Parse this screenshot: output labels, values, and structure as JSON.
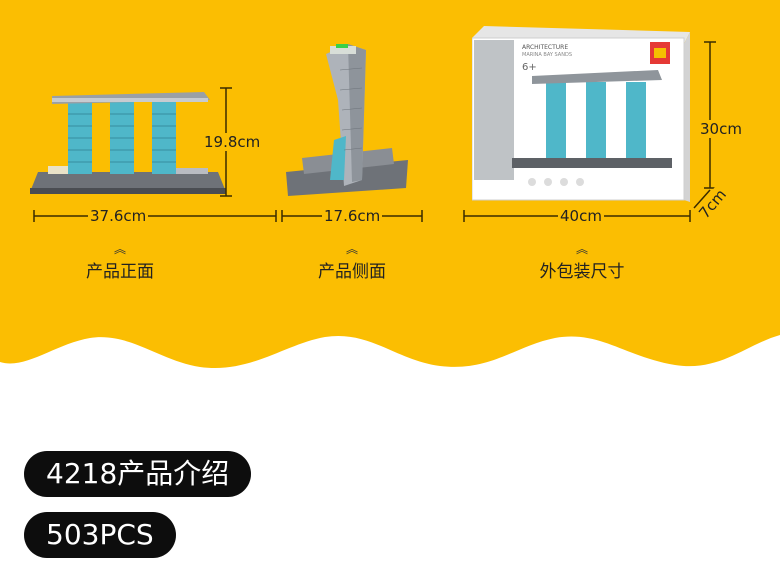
{
  "dimensions": {
    "front_width": "37.6cm",
    "front_height": "19.8cm",
    "side_width": "17.6cm",
    "box_width": "40cm",
    "box_height": "30cm",
    "box_depth": "7cm"
  },
  "captions": {
    "front": "产品正面",
    "side": "产品侧面",
    "box": "外包装尺寸"
  },
  "box_art": {
    "header": "ARCHITECTURE",
    "subheader": "MARINA BAY SANDS",
    "age": "6+"
  },
  "labels": {
    "product": "4218产品介绍",
    "pieces": "503PCS"
  },
  "colors": {
    "banner": "#FBBE02",
    "pill": "#0d0d0d",
    "tower": "#4FB7C9"
  }
}
